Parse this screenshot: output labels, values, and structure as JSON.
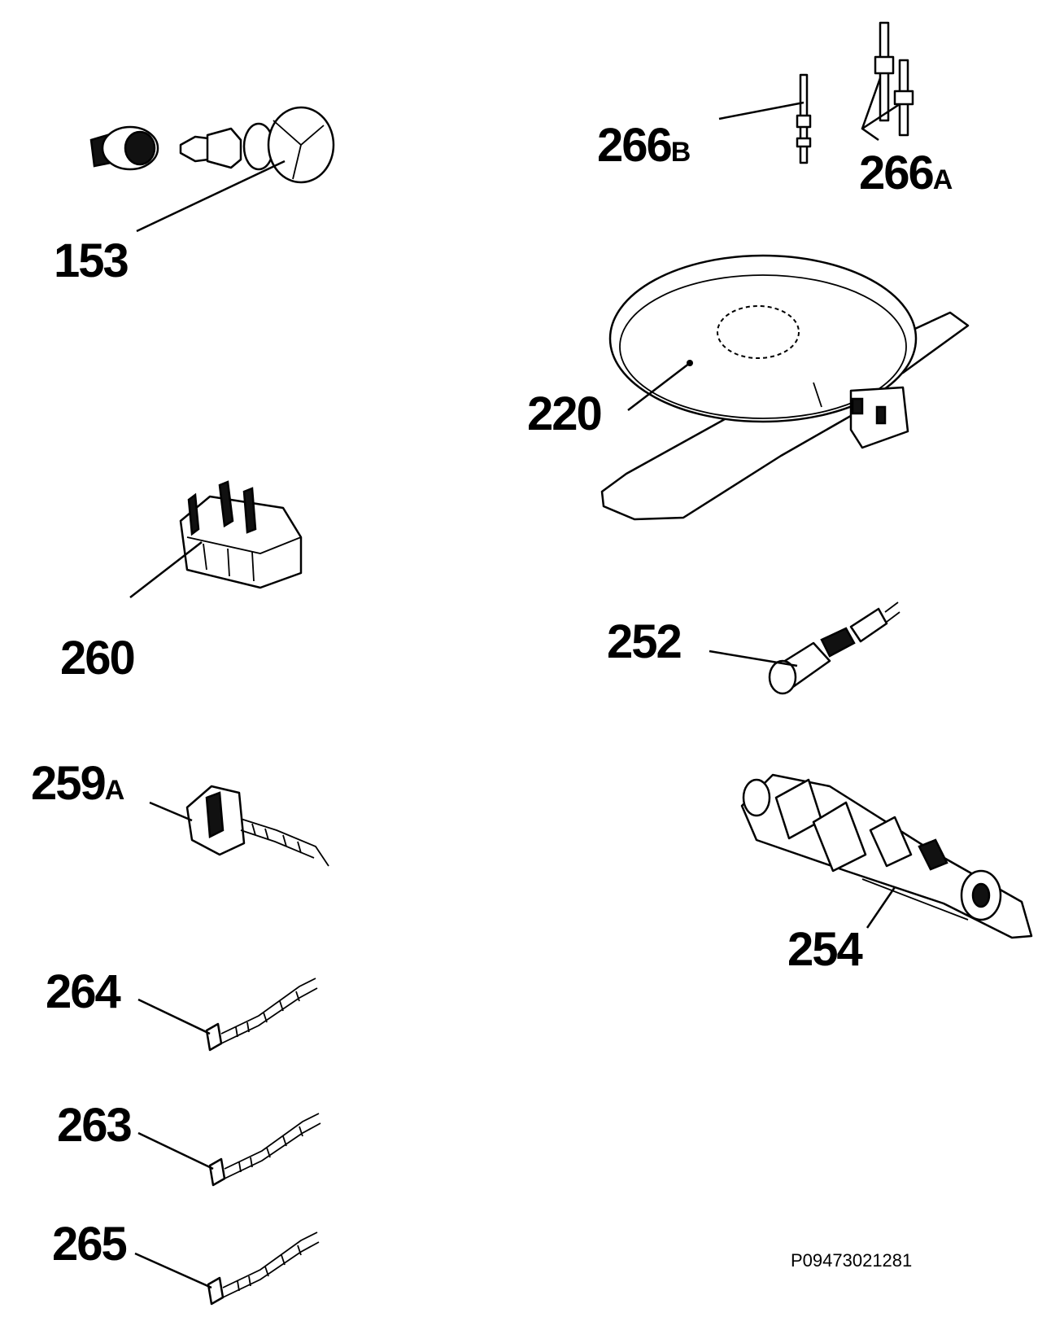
{
  "labels": {
    "p153": "153",
    "p266b_num": "266",
    "p266b_suf": "B",
    "p266a_num": "266",
    "p266a_suf": "A",
    "p220": "220",
    "p260": "260",
    "p252": "252",
    "p259a_num": "259",
    "p259a_suf": "A",
    "p254": "254",
    "p264": "264",
    "p263": "263",
    "p265": "265"
  },
  "reference_code": "P09473021281"
}
